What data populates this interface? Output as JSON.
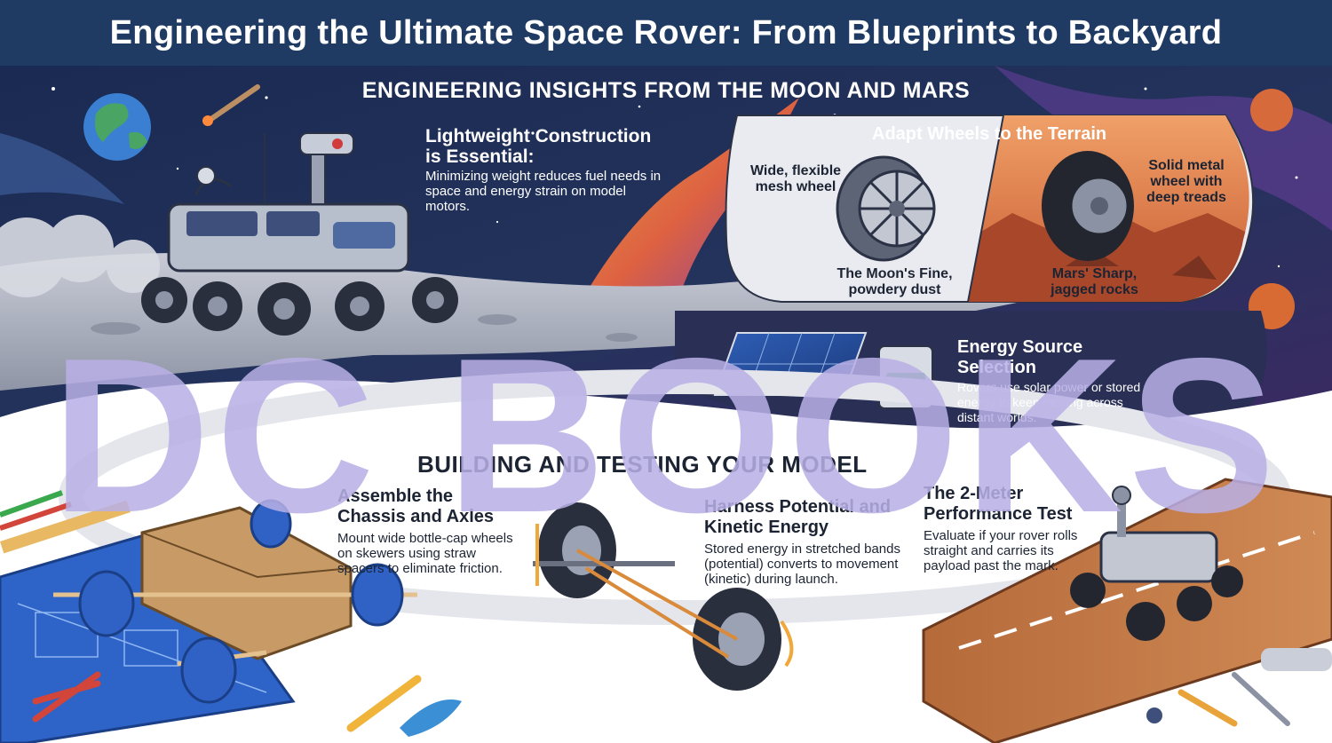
{
  "title": "Engineering the Ultimate Space Rover: From Blueprints to Backyard",
  "section_space": "ENGINEERING INSIGHTS FROM THE MOON AND MARS",
  "lightweight": {
    "heading": "Lightweight Construction is Essential:",
    "body": "Minimizing weight reduces fuel needs in space and energy strain on model motors."
  },
  "wheels": {
    "heading": "Adapt Wheels to the Terrain",
    "moon_wheel": "Wide, flexible mesh wheel",
    "moon_terrain": "The Moon's Fine, powdery dust",
    "mars_wheel": "Solid metal wheel with deep treads",
    "mars_terrain": "Mars' Sharp, jagged rocks"
  },
  "energy": {
    "heading": "Energy Source Selection",
    "body": "Rovers use solar power or stored energy to keep moving across distant worlds."
  },
  "section_build": "BUILDING AND TESTING YOUR MODEL",
  "chassis": {
    "heading": "Assemble the Chassis and Axles",
    "body": "Mount wide bottle-cap wheels on skewers using straw spacers to eliminate friction."
  },
  "harness": {
    "heading": "Harness Potential and Kinetic Energy",
    "body": "Stored energy in stretched bands (potential) converts to movement (kinetic) during launch."
  },
  "test": {
    "heading": "The 2-Meter Performance Test",
    "body": "Evaluate if your rover rolls straight and carries its payload past the mark."
  },
  "watermark": "DC BOOKS",
  "colors": {
    "title_bar": "#1f3b63",
    "space": "#1e2a4e",
    "mars": "#c9673a",
    "watermark": "#b9b0e6"
  }
}
